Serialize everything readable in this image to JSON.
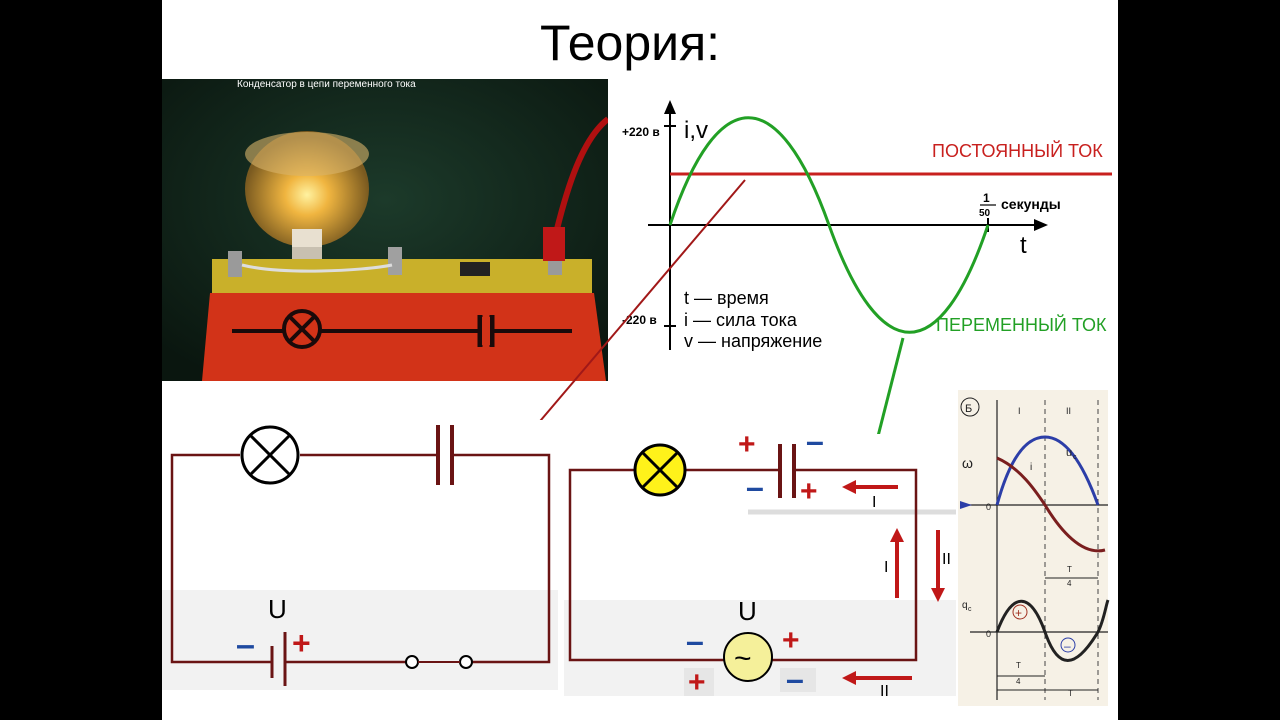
{
  "slide": {
    "title": "Теория:"
  },
  "photo": {
    "caption": "Конденсатор в цепи переменного тока"
  },
  "graph": {
    "top_voltage": "+220 в",
    "bottom_voltage": "-220 в",
    "axis_y": "i,v",
    "axis_x": "t",
    "dc_label": "ПОСТОЯННЫЙ ТОК",
    "ac_label": "ПЕРЕМЕННЫЙ ТОК",
    "period_numerator": "1",
    "period_denominator": "50",
    "period_unit": "секунды",
    "legend": [
      "t — время",
      "i — сила тока",
      "v — напряжение"
    ],
    "colors": {
      "dc": "#c8201e",
      "ac": "#22a025"
    }
  },
  "circuit_dc": {
    "source_label": "U",
    "minus": "–",
    "plus": "+"
  },
  "circuit_ac": {
    "source_label": "U",
    "source_symbol": "~",
    "cap_top_plus": "+",
    "cap_top_minus": "–",
    "cap_bottom_minus": "–",
    "cap_bottom_plus": "+",
    "src_minus": "–",
    "src_plus": "+",
    "bottom_plus": "+",
    "bottom_minus": "–",
    "current_I": "I",
    "current_II": "II",
    "right_I": "I",
    "right_II": "II",
    "bottom_II": "II"
  },
  "right_graph": {
    "panel_label": "Б",
    "zone_1": "I",
    "zone_2": "II",
    "uc_label": "u",
    "uc_sub": "c",
    "i_label": "i",
    "omega": "ω",
    "zero_top": "0",
    "zero_bottom": "0",
    "qc_label": "q",
    "qc_sub": "c",
    "t_top": "T",
    "t_top_den": "4",
    "t_bottom": "T",
    "t_bottom_den": "4",
    "t_full": "T",
    "plus_sign": "+",
    "minus_sign": "–"
  }
}
